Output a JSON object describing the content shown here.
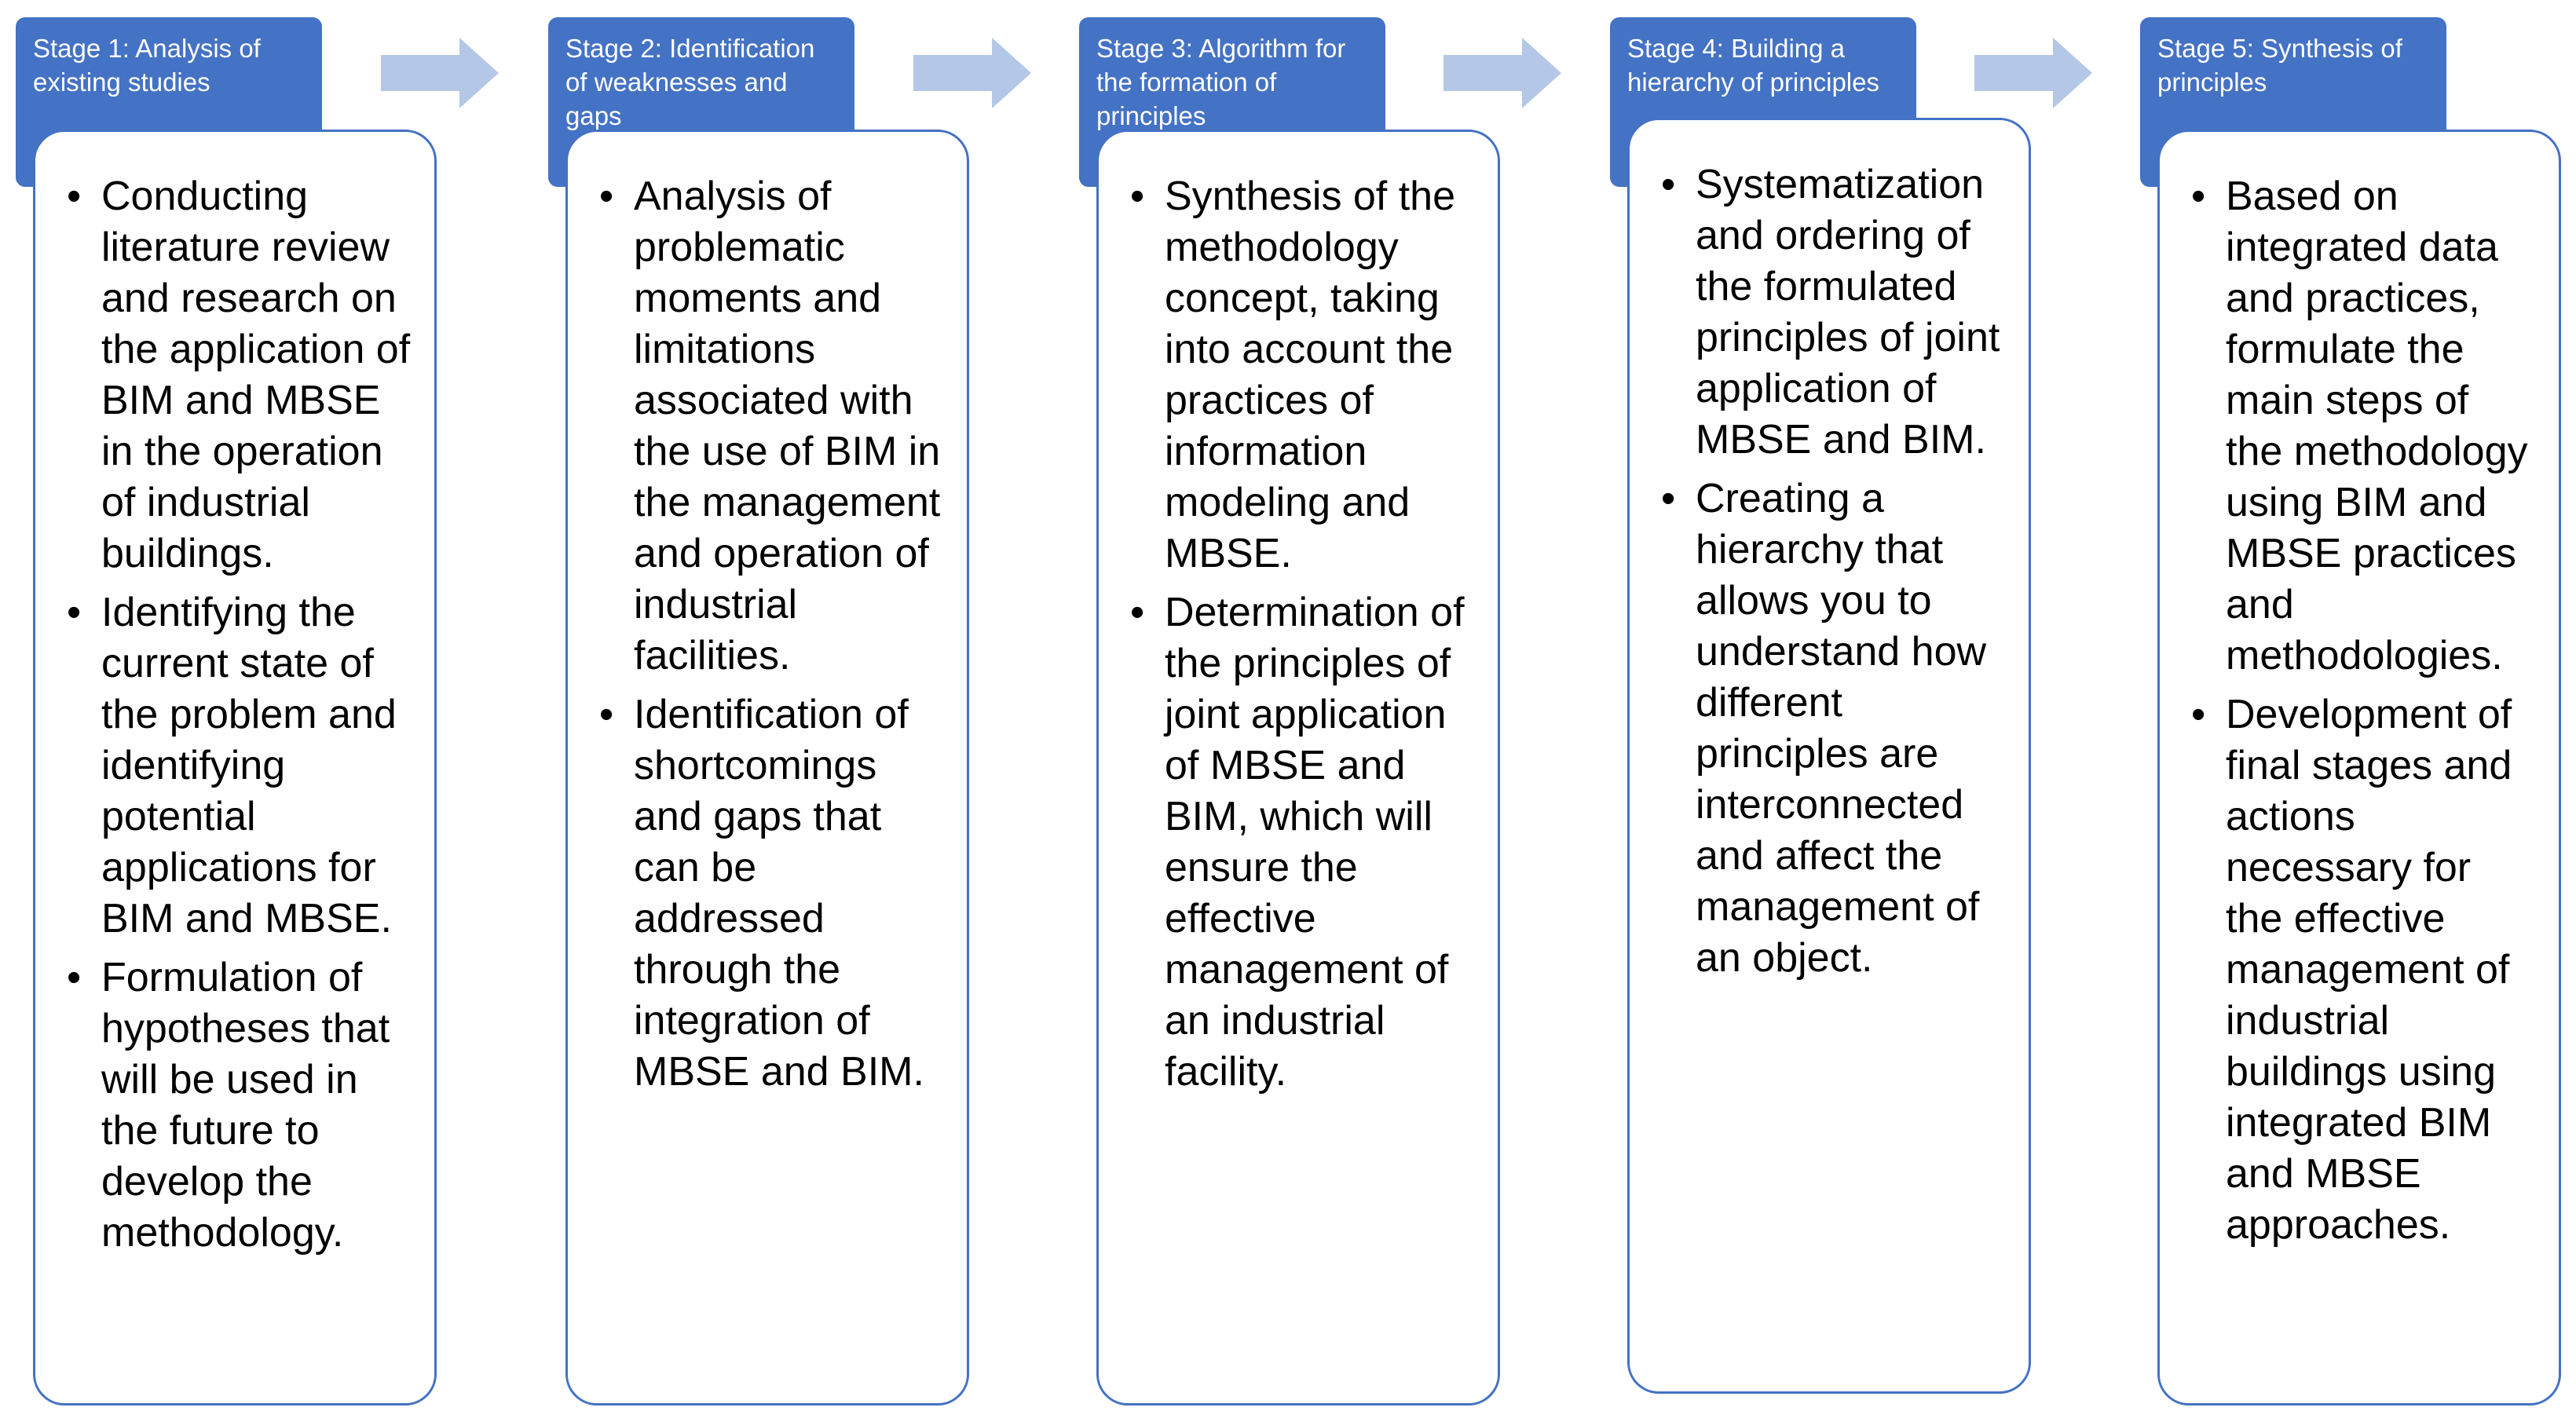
{
  "stages": [
    {
      "title": "Stage 1: Analysis of existing studies",
      "points": [
        "Conducting literature review and research on the application of BIM and MBSE in the operation of industrial buildings.",
        "Identifying the current state of the problem and identifying potential applications for BIM and MBSE.",
        "Formulation of hypotheses that will be used in the future to develop the methodology."
      ]
    },
    {
      "title": "Stage 2: Identification of weaknesses and gaps",
      "points": [
        "Analysis of problematic moments and limitations associated with the use of BIM in the management and operation of industrial facilities.",
        "Identification of shortcomings and gaps that can be addressed through the integration of MBSE and BIM."
      ]
    },
    {
      "title": "Stage 3: Algorithm for the formation of principles",
      "points": [
        "Synthesis of the methodology concept, taking into account the practices of information modeling and MBSE.",
        "Determination of the principles of joint application of MBSE and BIM, which will ensure the effective management of an industrial facility."
      ]
    },
    {
      "title": "Stage 4: Building a hierarchy of principles",
      "points": [
        "Systematization and ordering of the formulated principles of joint application of MBSE and BIM.",
        "Creating a hierarchy that allows you to understand how different principles are interconnected and affect the management of an object."
      ]
    },
    {
      "title": "Stage 5: Synthesis of principles",
      "points": [
        "Based on integrated data and practices, formulate the main steps of the methodology using BIM and MBSE practices and methodologies.",
        "Development of final stages and actions necessary for the effective management of industrial buildings using integrated BIM and MBSE approaches."
      ]
    }
  ],
  "colors": {
    "header_fill": "#4472c4",
    "header_text": "#ffffff",
    "box_border": "#4472c4",
    "arrow_fill": "#b4c7e7"
  },
  "icons": {
    "connector": "right-arrow-icon"
  }
}
